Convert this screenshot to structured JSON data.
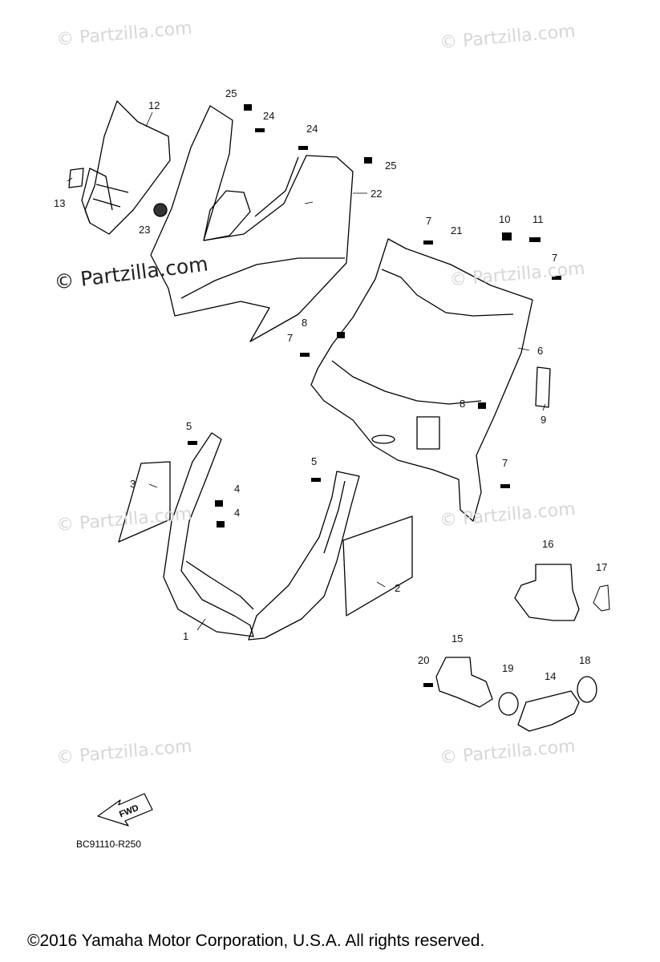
{
  "watermark": {
    "text": "© Partzilla.com",
    "dark_text": "© Partzilla.com"
  },
  "callouts": [
    "1",
    "2",
    "3",
    "4",
    "4",
    "5",
    "5",
    "6",
    "7",
    "7",
    "7",
    "7",
    "8",
    "8",
    "9",
    "10",
    "11",
    "12",
    "13",
    "14",
    "15",
    "16",
    "17",
    "18",
    "19",
    "20",
    "21",
    "22",
    "23",
    "24",
    "24",
    "25",
    "25"
  ],
  "fwd_label": "FWD",
  "reference_code": "BC91110-R250",
  "copyright": "©2016  Yamaha Motor Corporation, U.S.A. All rights reserved."
}
